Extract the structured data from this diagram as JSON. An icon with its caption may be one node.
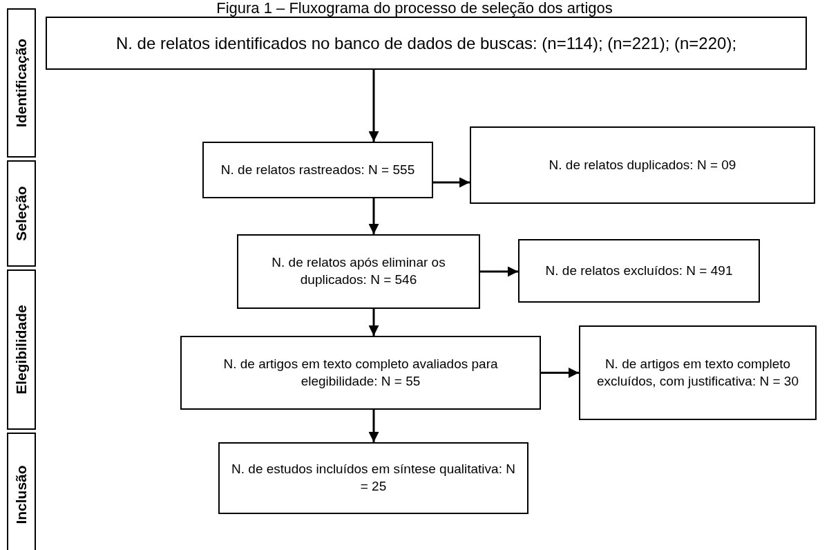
{
  "diagram": {
    "title": "Figura 1 – Fluxograma do processo de seleção dos artigos",
    "nodes": [
      {
        "text": [
          "Identificação"
        ]
      },
      {
        "text": [
          "Seleção"
        ]
      },
      {
        "text": [
          "Elegibilidade"
        ]
      },
      {
        "text": [
          "Inclusão"
        ]
      },
      {
        "text": [
          "N. de relatos identificados no banco de dados de buscas: (n=114); (n=221); (n=220);"
        ]
      },
      {
        "text": [
          "N. de relatos rastreados: N = 555"
        ]
      },
      {
        "text": [
          "N. de relatos duplicados: N = 09"
        ]
      },
      {
        "text": [
          "N. de relatos após eliminar os duplicados: N = 546"
        ]
      },
      {
        "text": [
          "N. de relatos excluídos: N = 491"
        ]
      },
      {
        "text": [
          "N. de artigos em texto completo avaliados para elegibilidade: N = 55"
        ]
      },
      {
        "text": [
          "N. de artigos em texto completo excluídos, com justificativa: N = 30"
        ]
      },
      {
        "text": [
          "N. de estudos incluídos em síntese qualitativa: N = 25"
        ]
      }
    ],
    "edges": [
      {
        "from": 4,
        "to": 5,
        "arrow": "to"
      },
      {
        "from": 5,
        "to": 6,
        "arrow": "to"
      },
      {
        "from": 5,
        "to": 7,
        "arrow": "to"
      },
      {
        "from": 7,
        "to": 8,
        "arrow": "to"
      },
      {
        "from": 7,
        "to": 9,
        "arrow": "to"
      },
      {
        "from": 9,
        "to": 10,
        "arrow": "to"
      },
      {
        "from": 9,
        "to": 11,
        "arrow": "to"
      }
    ]
  }
}
